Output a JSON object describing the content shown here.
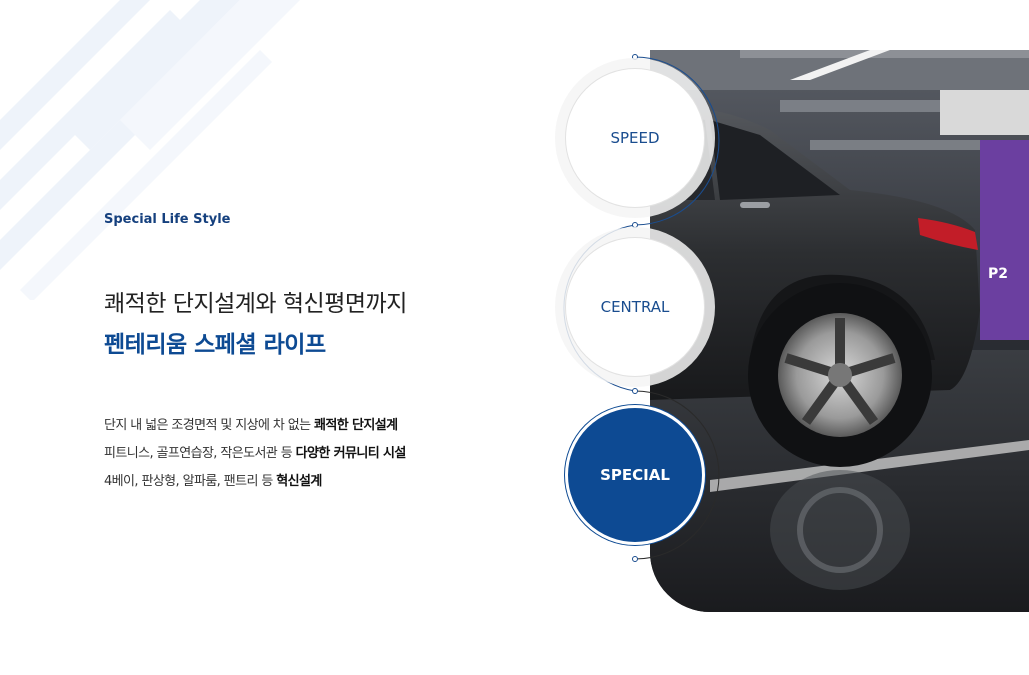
{
  "section": {
    "eyebrow": "Special Life Style",
    "title_line1": "쾌적한 단지설계와 혁신평면까지",
    "title_line2": "펜테리움 스페셜 라이프"
  },
  "description": [
    {
      "plain": "단지 내 넓은 조경면적 및 지상에 차 없는 ",
      "bold": "쾌적한 단지설계"
    },
    {
      "plain": "피트니스, 골프연습장, 작은도서관 등 ",
      "bold": "다양한 커뮤니티 시설"
    },
    {
      "plain": "4베이, 판상형, 알파룸, 팬트리 등 ",
      "bold": "혁신설계"
    }
  ],
  "tabs": [
    {
      "label": "SPEED",
      "active": false
    },
    {
      "label": "CENTRAL",
      "active": false
    },
    {
      "label": "SPECIAL",
      "active": true
    }
  ],
  "photo": {
    "sign": "P2"
  },
  "colors": {
    "accent": "#0d4a93",
    "purple": "#6b3fa0"
  }
}
